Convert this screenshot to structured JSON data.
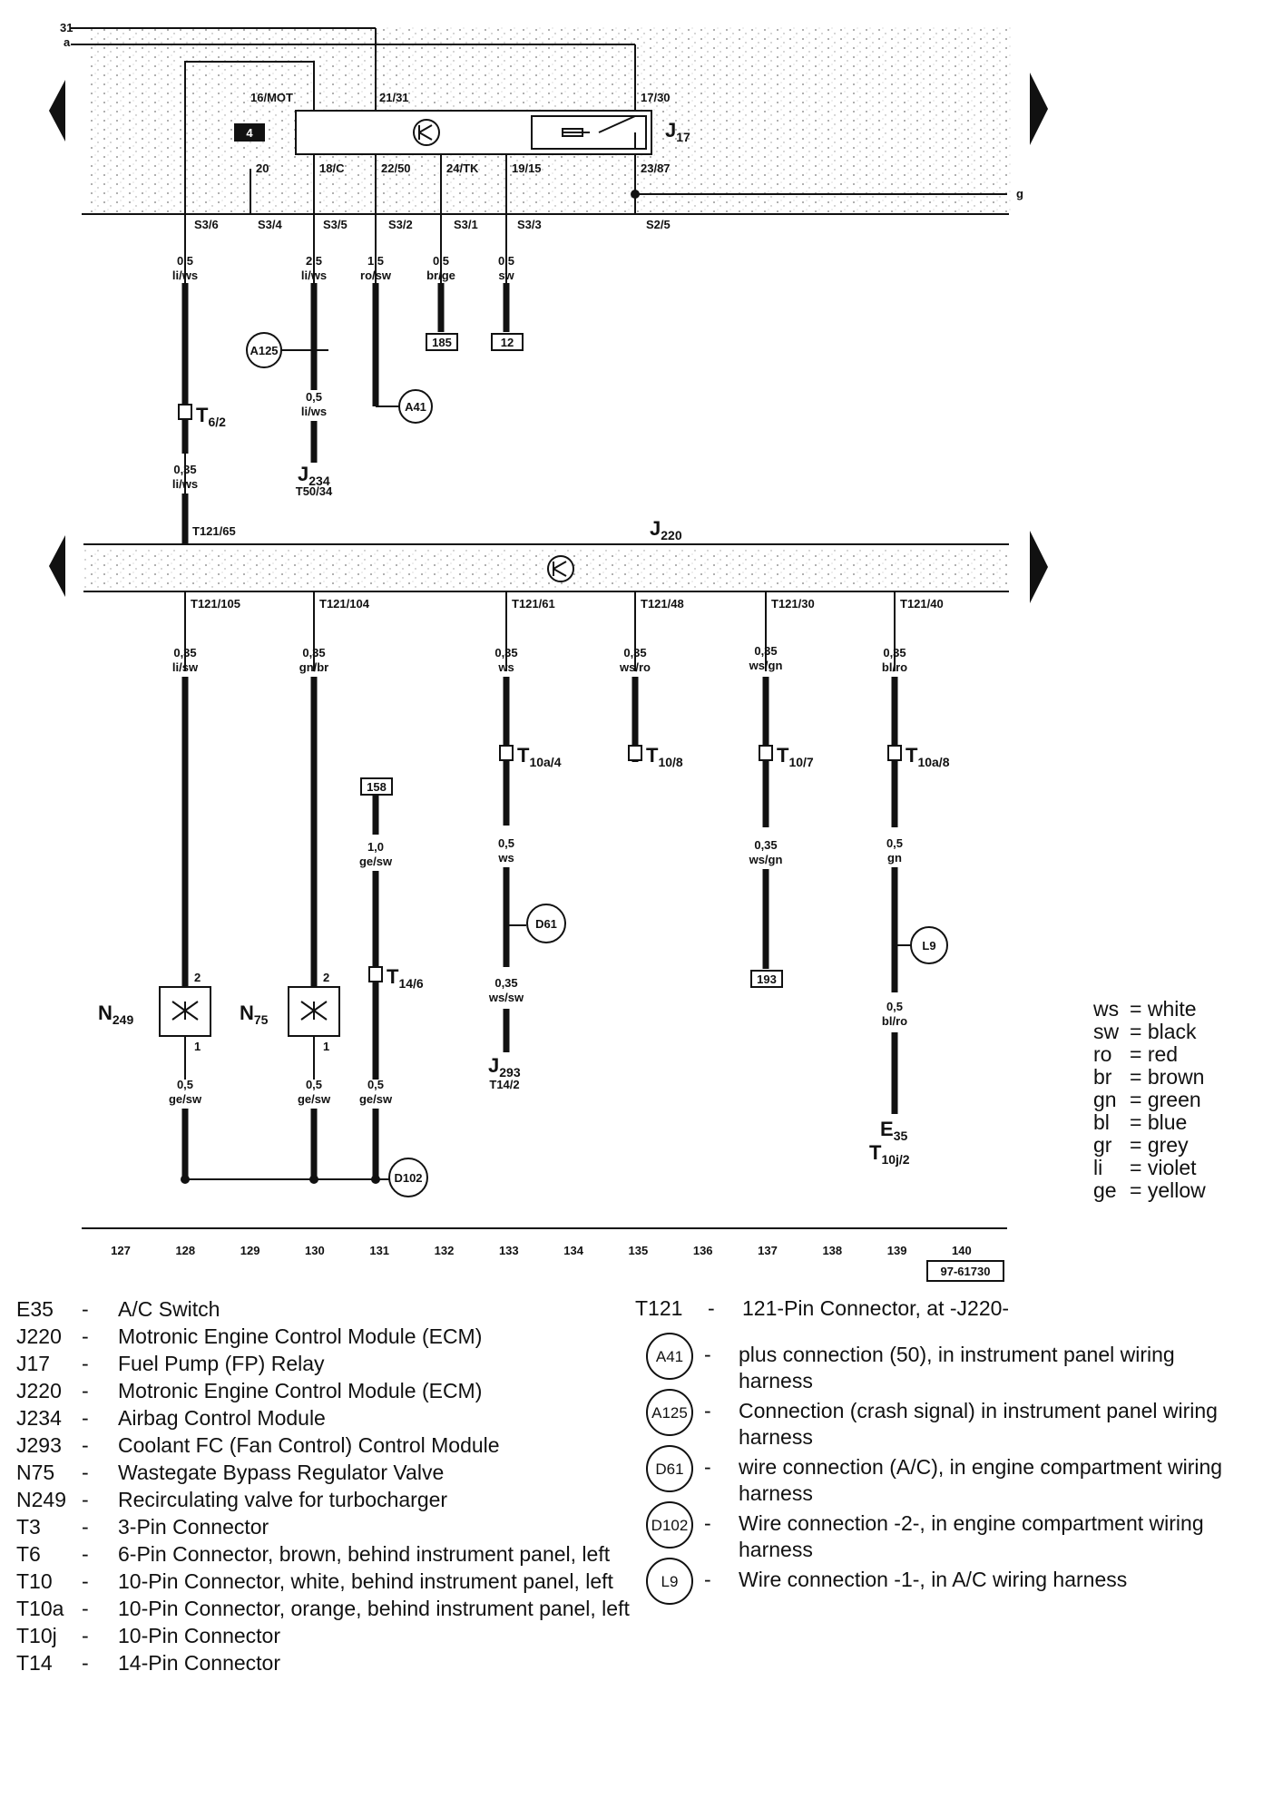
{
  "top_rail_labels": {
    "r31": "31",
    "ra": "a",
    "rg": "g"
  },
  "relay": {
    "name": "J",
    "sub": "17",
    "box_number": "4",
    "pins": {
      "p16": "16/MOT",
      "p21": "21/31",
      "p17": "17/30",
      "p18": "18/C",
      "p22": "22/50",
      "p24": "24/TK",
      "p19": "19/15",
      "p23": "23/87",
      "p20": "20"
    }
  },
  "fuse_refs": {
    "s36": "S3/6",
    "s34": "S3/4",
    "s35": "S3/5",
    "s32": "S3/2",
    "s31": "S3/1",
    "s33": "S3/3",
    "s25": "S2/5"
  },
  "upper_wires": {
    "w1_size": "0,5",
    "w1_color": "li/ws",
    "w2_size": "2.5",
    "w2_color": "li/ws",
    "w3_size": "1,5",
    "w3_color": "ro/sw",
    "w4_size": "0,5",
    "w4_color": "br/ge",
    "w5_size": "0,5",
    "w5_color": "sw",
    "w6_size": "0,35",
    "w6_color": "li/ws",
    "w7_size": "0,5",
    "w7_color": "li/ws"
  },
  "connectors": {
    "t6": "T",
    "t6_sub": "6/2",
    "t10a4": "T",
    "t10a4_sub": "10a/4",
    "t108": "T",
    "t108_sub": "10/8",
    "t107": "T",
    "t107_sub": "10/7",
    "t10a8": "T",
    "t10a8_sub": "10a/8",
    "t146": "T",
    "t146_sub": "14/6"
  },
  "refs": {
    "r185": "185",
    "r12": "12",
    "r158": "158",
    "r193": "193"
  },
  "circles": {
    "a125": "A125",
    "a41": "A41",
    "d61": "D61",
    "l9": "L9",
    "d102": "D102"
  },
  "j234": {
    "name": "J",
    "sub": "234",
    "pin": "T50/34"
  },
  "ecm": {
    "name": "J",
    "sub": "220",
    "pin_in": "T121/65",
    "pins": [
      "T121/105",
      "T121/104",
      "T121/61",
      "T121/48",
      "T121/30",
      "T121/40"
    ]
  },
  "lower_wires": {
    "a_size": "0,35",
    "a_color": "li/sw",
    "b_size": "0,35",
    "b_color": "gn/br",
    "c_size": "0,35",
    "c_color": "ws",
    "d_size": "0,35",
    "d_color": "ws/ro",
    "e_size": "0,35",
    "e_color": "ws/gn",
    "f_size": "0,35",
    "f_color": "bl/ro",
    "g_size": "1,0",
    "g_color": "ge/sw",
    "c2_size": "0,5",
    "c2_color": "ws",
    "c3_size": "0,35",
    "c3_color": "ws/sw",
    "e2_size": "0,35",
    "e2_color": "ws/gn",
    "f2_size": "0,5",
    "f2_color": "gn",
    "f3_size": "0,5",
    "f3_color": "bl/ro",
    "h1_size": "0,5",
    "h1_color": "ge/sw",
    "h2_size": "0,5",
    "h2_color": "ge/sw",
    "h3_size": "0,5",
    "h3_color": "ge/sw"
  },
  "components": {
    "n249": "N",
    "n249_sub": "249",
    "n75": "N",
    "n75_sub": "75",
    "pin2": "2",
    "pin1": "1",
    "j293": "J",
    "j293_sub": "293",
    "j293_pin": "T14/2",
    "e35": "E",
    "e35_sub": "35",
    "e35_pin": "T",
    "e35_pin_sub": "10j/2"
  },
  "tracks": [
    "127",
    "128",
    "129",
    "130",
    "131",
    "132",
    "133",
    "134",
    "135",
    "136",
    "137",
    "138",
    "139",
    "140"
  ],
  "drawing_id": "97-61730",
  "color_legend": [
    {
      "code": "ws",
      "name": "white"
    },
    {
      "code": "sw",
      "name": "black"
    },
    {
      "code": "ro",
      "name": "red"
    },
    {
      "code": "br",
      "name": "brown"
    },
    {
      "code": "gn",
      "name": "green"
    },
    {
      "code": "bl",
      "name": "blue"
    },
    {
      "code": "gr",
      "name": "grey"
    },
    {
      "code": "li",
      "name": "violet"
    },
    {
      "code": "ge",
      "name": "yellow"
    }
  ],
  "definitions": [
    {
      "code": "E35",
      "desc": "A/C Switch"
    },
    {
      "code": "J220",
      "desc": "Motronic Engine Control Module (ECM)"
    },
    {
      "code": "J17",
      "desc": "Fuel Pump (FP) Relay"
    },
    {
      "code": "J220",
      "desc": "Motronic Engine Control Module (ECM)"
    },
    {
      "code": "J234",
      "desc": "Airbag Control Module"
    },
    {
      "code": "J293",
      "desc": "Coolant FC (Fan Control) Control Module"
    },
    {
      "code": "N75",
      "desc": "Wastegate Bypass Regulator Valve"
    },
    {
      "code": "N249",
      "desc": "Recirculating valve for turbocharger"
    },
    {
      "code": "T3",
      "desc": "3-Pin Connector"
    },
    {
      "code": "T6",
      "desc": "6-Pin Connector, brown, behind instrument panel, left"
    },
    {
      "code": "T10",
      "desc": "10-Pin Connector, white, behind instrument panel, left"
    },
    {
      "code": "T10a",
      "desc": "10-Pin Connector, orange, behind instrument panel, left"
    },
    {
      "code": "T10j",
      "desc": "10-Pin Connector"
    },
    {
      "code": "T14",
      "desc": "14-Pin Connector"
    }
  ],
  "connection_defs": [
    {
      "code": "T121",
      "circle": "",
      "desc": "121-Pin Connector, at -J220-"
    },
    {
      "code": "",
      "circle": "A41",
      "desc": "plus connection (50), in instrument panel wiring harness"
    },
    {
      "code": "",
      "circle": "A125",
      "desc": "Connection (crash signal) in instrument panel wiring harness"
    },
    {
      "code": "",
      "circle": "D61",
      "desc": "wire connection (A/C), in engine compartment wiring harness"
    },
    {
      "code": "",
      "circle": "D102",
      "desc": "Wire connection -2-, in engine compartment wiring harness"
    },
    {
      "code": "",
      "circle": "L9",
      "desc": "Wire connection -1-, in A/C  wiring harness"
    }
  ]
}
